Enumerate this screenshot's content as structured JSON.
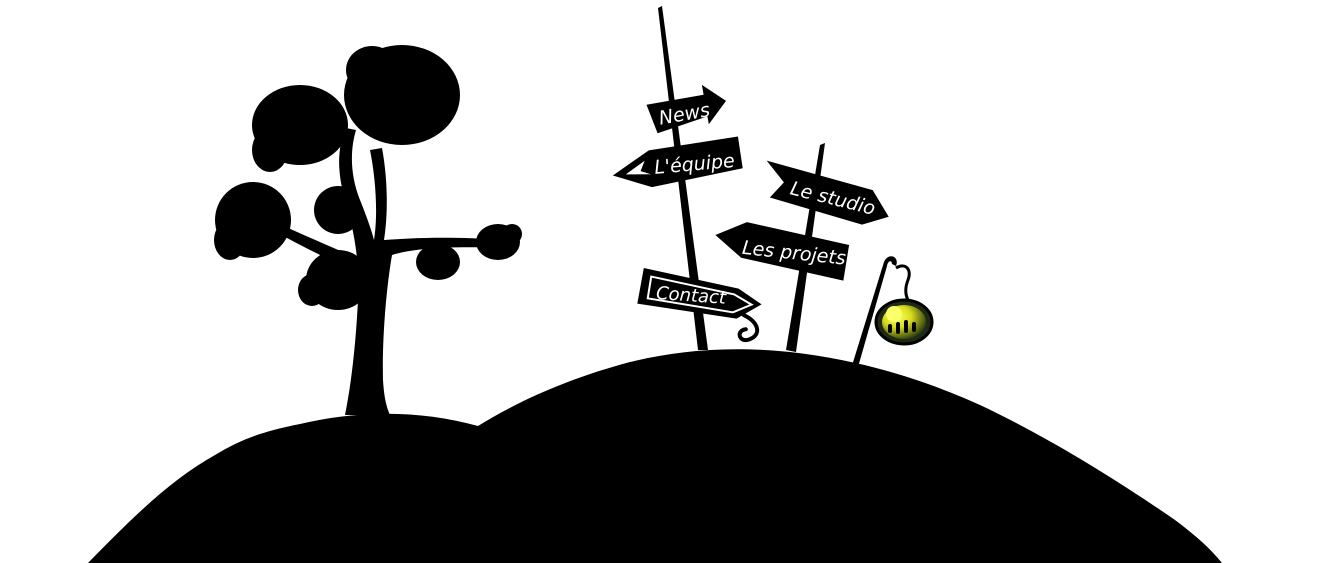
{
  "nav": {
    "items": [
      {
        "id": "news",
        "label": "News"
      },
      {
        "id": "equipe",
        "label": "L'équipe"
      },
      {
        "id": "studio",
        "label": "Le studio"
      },
      {
        "id": "projets",
        "label": "Les projets"
      },
      {
        "id": "contact",
        "label": "Contact"
      }
    ]
  },
  "colors": {
    "background": "#ffffff",
    "silhouette": "#000000",
    "sign_text": "#ffffff",
    "lantern_glow": "#f2f030",
    "lantern_body": "#1e2a14"
  },
  "icons": [
    "tree-icon",
    "signpost-icon",
    "lantern-icon"
  ]
}
